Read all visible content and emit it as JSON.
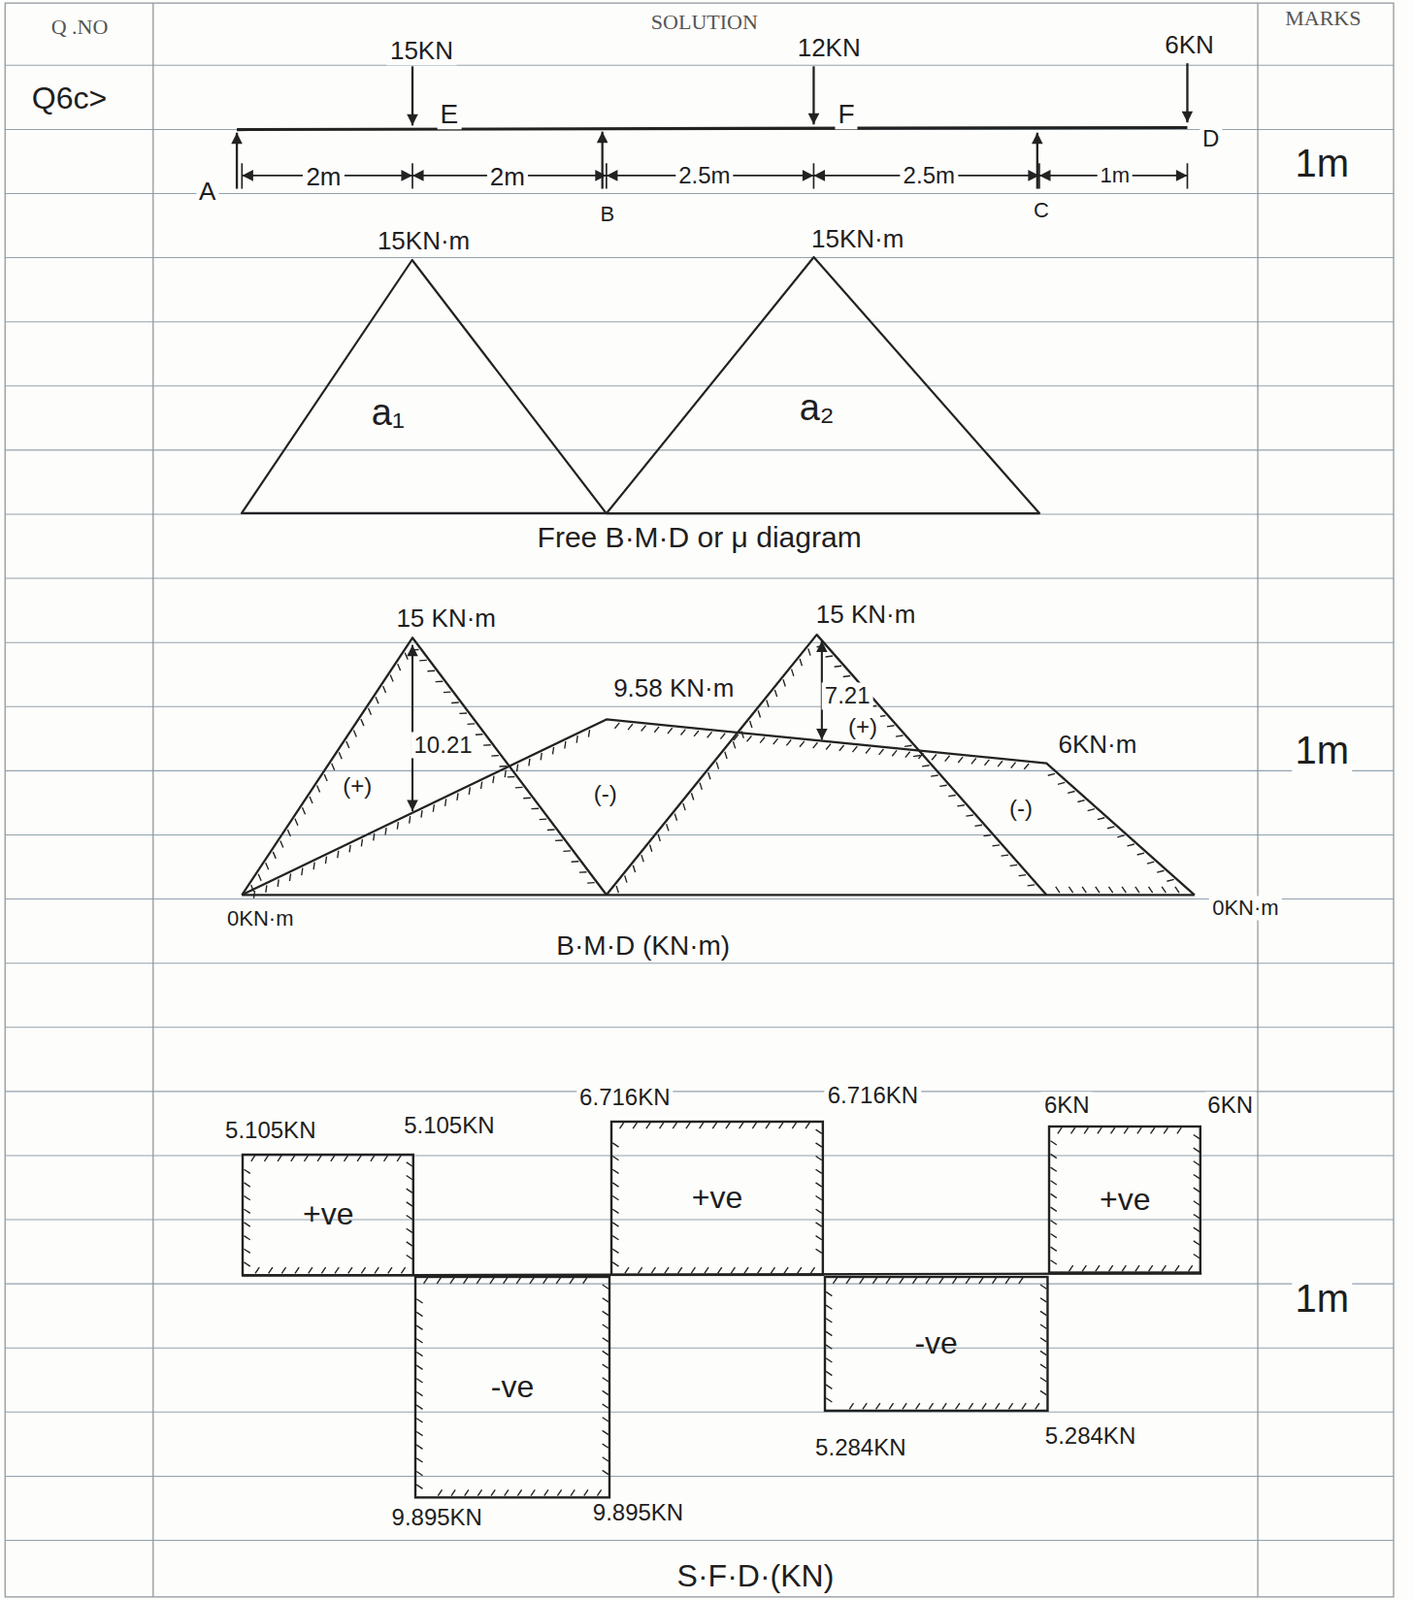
{
  "diagram": {
    "nodes": [
      {
        "text": [
          "a₁"
        ]
      },
      {
        "text": [
          "a₂"
        ]
      },
      {
        "text": [
          "+ve"
        ]
      },
      {
        "text": [
          "-ve"
        ]
      },
      {
        "text": [
          "+ve"
        ]
      },
      {
        "text": [
          "-ve"
        ]
      },
      {
        "text": [
          "+ve"
        ]
      }
    ],
    "labels": [
      "Q .NO",
      "SOLUTION",
      "MARKS",
      "Q6c>",
      "15KN",
      "12KN",
      "6KN",
      "E",
      "F",
      "D",
      "A",
      "2m",
      "2m",
      "2.5m",
      "2.5m",
      "1m",
      "B",
      "C",
      "1m",
      "15KN·m",
      "15KN·m",
      "Free B·M·D or μ diagram",
      "15 KN·m",
      "9.58 KN·m",
      "15 KN·m",
      "10.21",
      "7.21",
      "(+)",
      "(-)",
      "(+)",
      "(-)",
      "6KN·m",
      "1m",
      "0KN·m",
      "0KN·m",
      "B·M·D (KN·m)",
      "5.105KN",
      "5.105KN",
      "6.716KN",
      "6.716KN",
      "6KN",
      "6KN",
      "9.895KN",
      "9.895KN",
      "5.284KN",
      "5.284KN",
      "1m",
      "S·F·D·(KN)"
    ]
  }
}
